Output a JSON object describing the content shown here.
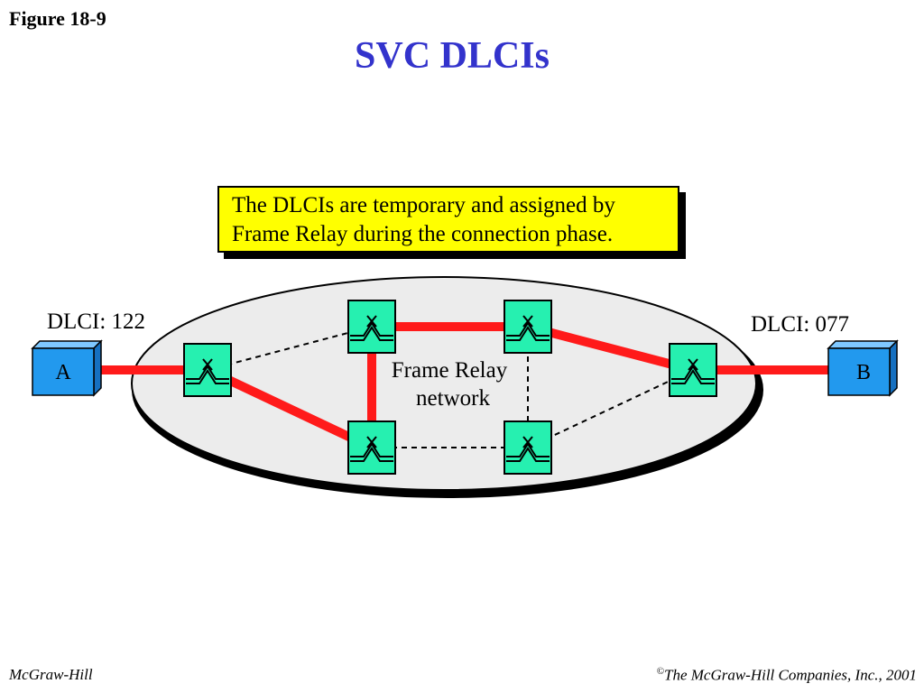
{
  "figure_label": "Figure 18-9",
  "title": "SVC DLCIs",
  "callout": {
    "line1": "The DLCIs are temporary and assigned by",
    "line2": "Frame Relay during the connection phase."
  },
  "diagram": {
    "network_label_line1": "Frame Relay",
    "network_label_line2": "network",
    "left_dlci": "DLCI: 122",
    "right_dlci": "DLCI: 077",
    "endpoint_a": "A",
    "endpoint_b": "B",
    "colors": {
      "active_path": "#ff1a1a",
      "switch_fill": "#26f0b0",
      "endpoint_fill": "#2299ee",
      "title": "#3333cc",
      "callout": "#ffff00"
    }
  },
  "footer": {
    "left": "McGraw-Hill",
    "right_symbol": "©",
    "right": "The McGraw-Hill Companies, Inc., 2001"
  }
}
